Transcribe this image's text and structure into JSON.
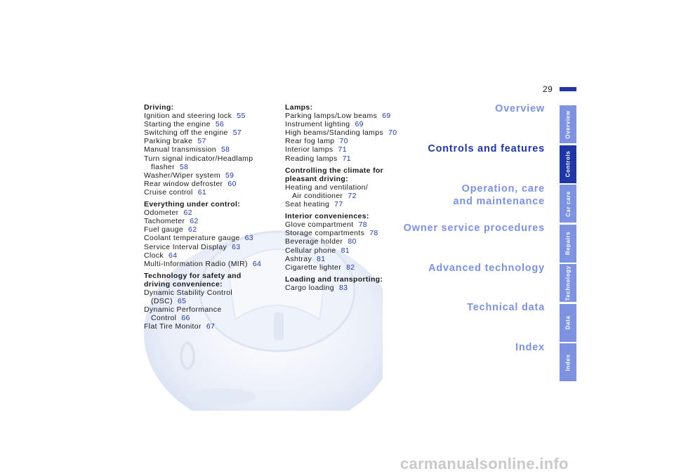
{
  "page_number": "29",
  "colors": {
    "primary": "#1f36a6",
    "secondary": "#7d92e0"
  },
  "toc_left": [
    {
      "title": "Driving:",
      "entries": [
        {
          "text": "Ignition and steering lock",
          "page": "55"
        },
        {
          "text": "Starting the engine",
          "page": "56"
        },
        {
          "text": "Switching off the engine",
          "page": "57"
        },
        {
          "text": "Parking brake",
          "page": "57"
        },
        {
          "text": "Manual transmission",
          "page": "58"
        },
        {
          "text": "Turn signal indicator/Headlamp",
          "page": ""
        },
        {
          "text": "flasher",
          "page": "58",
          "indent": true
        },
        {
          "text": "Washer/Wiper system",
          "page": "59"
        },
        {
          "text": "Rear window defroster",
          "page": "60"
        },
        {
          "text": "Cruise control",
          "page": "61"
        }
      ]
    },
    {
      "title": "Everything under control:",
      "entries": [
        {
          "text": "Odometer",
          "page": "62"
        },
        {
          "text": "Tachometer",
          "page": "62"
        },
        {
          "text": "Fuel gauge",
          "page": "62"
        },
        {
          "text": "Coolant temperature gauge",
          "page": "63"
        },
        {
          "text": "Service Interval Display",
          "page": "63"
        },
        {
          "text": "Clock",
          "page": "64"
        },
        {
          "text": "Multi-Information Radio (MIR)",
          "page": "64"
        }
      ]
    },
    {
      "title": "Technology for safety and driving convenience:",
      "title_lines": [
        "Technology for safety and",
        "driving convenience:"
      ],
      "entries": [
        {
          "text": "Dynamic Stability Control",
          "page": ""
        },
        {
          "text": "(DSC)",
          "page": "65",
          "indent": true
        },
        {
          "text": "Dynamic Performance",
          "page": ""
        },
        {
          "text": "Control",
          "page": "66",
          "indent": true
        },
        {
          "text": "Flat Tire Monitor",
          "page": "67"
        }
      ]
    }
  ],
  "toc_right": [
    {
      "title": "Lamps:",
      "entries": [
        {
          "text": "Parking lamps/Low beams",
          "page": "69"
        },
        {
          "text": "Instrument lighting",
          "page": "69"
        },
        {
          "text": "High beams/Standing lamps",
          "page": "70"
        },
        {
          "text": "Rear fog lamp",
          "page": "70"
        },
        {
          "text": "Interior lamps",
          "page": "71"
        },
        {
          "text": "Reading lamps",
          "page": "71"
        }
      ]
    },
    {
      "title": "Controlling the climate for pleasant driving:",
      "title_lines": [
        "Controlling the climate for",
        "pleasant driving:"
      ],
      "entries": [
        {
          "text": "Heating and ventilation/",
          "page": ""
        },
        {
          "text": "Air conditioner",
          "page": "72",
          "indent": true
        },
        {
          "text": "Seat heating",
          "page": "77"
        }
      ]
    },
    {
      "title": "Interior conveniences:",
      "entries": [
        {
          "text": "Glove compartment",
          "page": "78"
        },
        {
          "text": "Storage compartments",
          "page": "78"
        },
        {
          "text": "Beverage holder",
          "page": "80"
        },
        {
          "text": "Cellular phone",
          "page": "81"
        },
        {
          "text": "Ashtray",
          "page": "81"
        },
        {
          "text": "Cigarette lighter",
          "page": "82"
        }
      ]
    },
    {
      "title": "Loading and transporting:",
      "entries": [
        {
          "text": "Cargo loading",
          "page": "83"
        }
      ]
    }
  ],
  "chapters": [
    {
      "label": "Overview",
      "lines": [
        "Overview"
      ],
      "active": false
    },
    {
      "label": "Controls and features",
      "lines": [
        "Controls and features"
      ],
      "active": true
    },
    {
      "label": "Operation, care and maintenance",
      "lines": [
        "Operation, care",
        "and maintenance"
      ],
      "active": false
    },
    {
      "label": "Owner service procedures",
      "lines": [
        "Owner service procedures"
      ],
      "active": false
    },
    {
      "label": "Advanced technology",
      "lines": [
        "Advanced technology"
      ],
      "active": false
    },
    {
      "label": "Technical data",
      "lines": [
        "Technical data"
      ],
      "active": false
    },
    {
      "label": "Index",
      "lines": [
        "Index"
      ],
      "active": false
    }
  ],
  "tabs": [
    {
      "label": "Overview",
      "active": false
    },
    {
      "label": "Controls",
      "active": true
    },
    {
      "label": "Car care",
      "active": false
    },
    {
      "label": "Repairs",
      "active": false
    },
    {
      "label": "Technology",
      "active": false
    },
    {
      "label": "Data",
      "active": false
    },
    {
      "label": "Index",
      "active": false
    }
  ],
  "watermark": "carmanualsonline.info"
}
